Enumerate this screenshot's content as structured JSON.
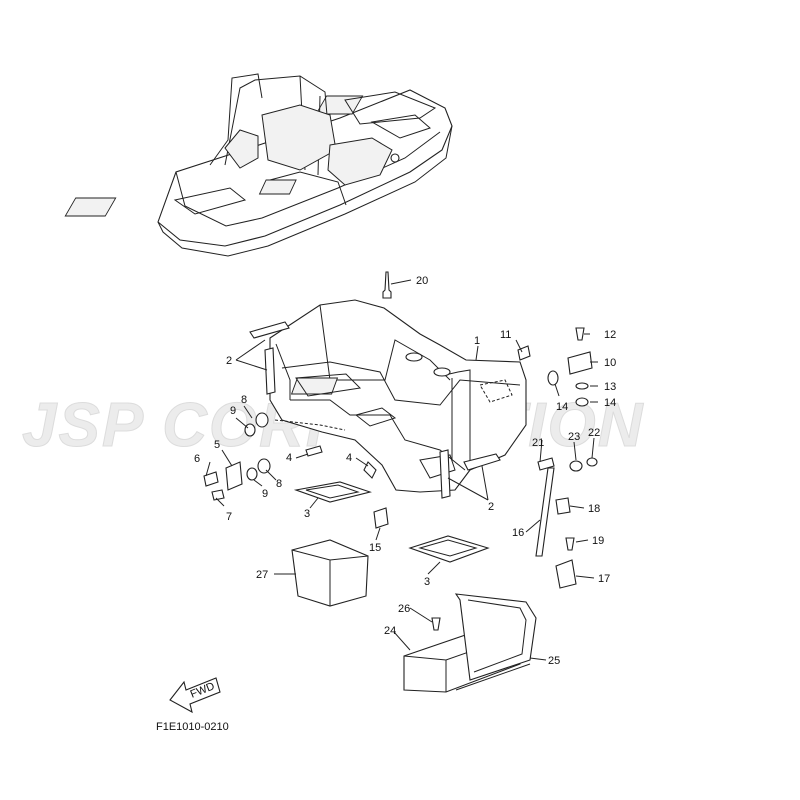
{
  "watermark": "JSP CORPORATION",
  "diagram_code": "F1E1010-0210",
  "fwd_label": "FWD",
  "callouts": {
    "c1": "1",
    "c2a": "2",
    "c2b": "2",
    "c3a": "3",
    "c3b": "3",
    "c4a": "4",
    "c4b": "4",
    "c5": "5",
    "c6": "6",
    "c7": "7",
    "c8a": "8",
    "c8b": "8",
    "c9a": "9",
    "c9b": "9",
    "c10": "10",
    "c11": "11",
    "c12": "12",
    "c13": "13",
    "c14a": "14",
    "c14b": "14",
    "c15": "15",
    "c16": "16",
    "c17": "17",
    "c18": "18",
    "c19": "19",
    "c20": "20",
    "c21": "21",
    "c22": "22",
    "c23": "23",
    "c24": "24",
    "c25": "25",
    "c26": "26",
    "c27": "27"
  }
}
